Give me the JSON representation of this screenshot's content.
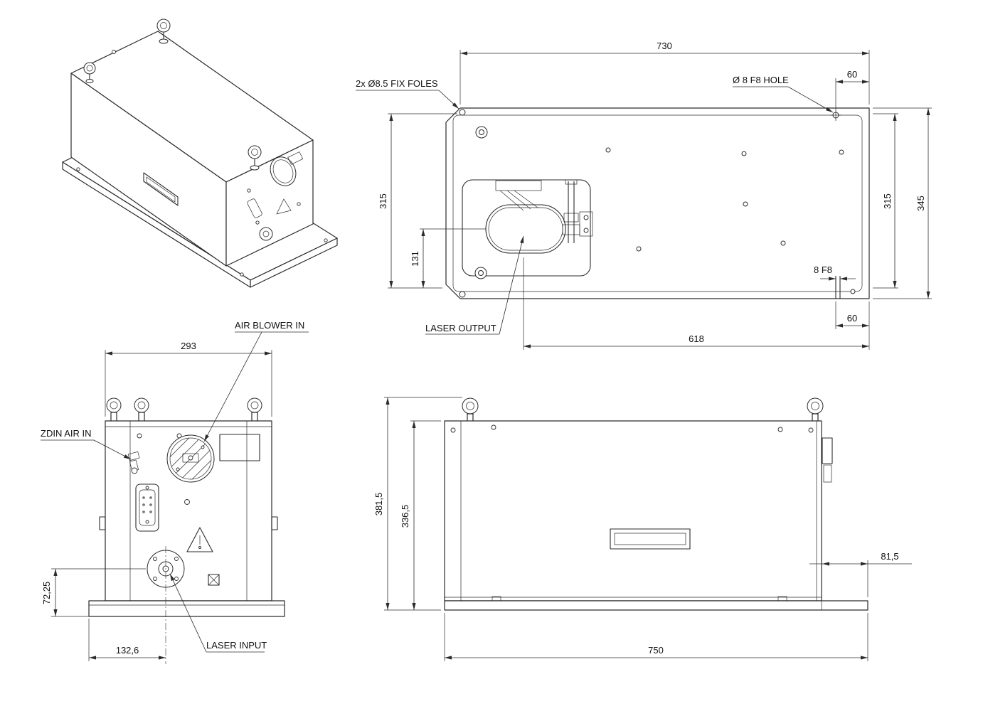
{
  "drawing": {
    "kind": "technical-drawing",
    "background_color": "#ffffff",
    "line_color": "#2b2b2b",
    "views": {
      "top": {
        "labels": {
          "fix_holes": "2x Ø8.5 FIX FOLES",
          "f8_hole": "Ø 8 F8 HOLE",
          "laser_output": "LASER OUTPUT"
        },
        "dims": {
          "d730": "730",
          "d60_top": "60",
          "d315_left": "315",
          "d131": "131",
          "d315_right": "315",
          "d345": "345",
          "d8f8": "8 F8",
          "d60_bottom": "60",
          "d618": "618"
        }
      },
      "front": {
        "labels": {
          "air_blower": "AIR BLOWER IN",
          "zdin_air": "ZDIN AIR IN",
          "laser_input": "LASER INPUT"
        },
        "dims": {
          "d293": "293",
          "d72_25": "72,25",
          "d132_6": "132,6"
        }
      },
      "side": {
        "dims": {
          "d381_5": "381,5",
          "d336_5": "336,5",
          "d81_5": "81,5",
          "d750": "750"
        }
      }
    }
  }
}
